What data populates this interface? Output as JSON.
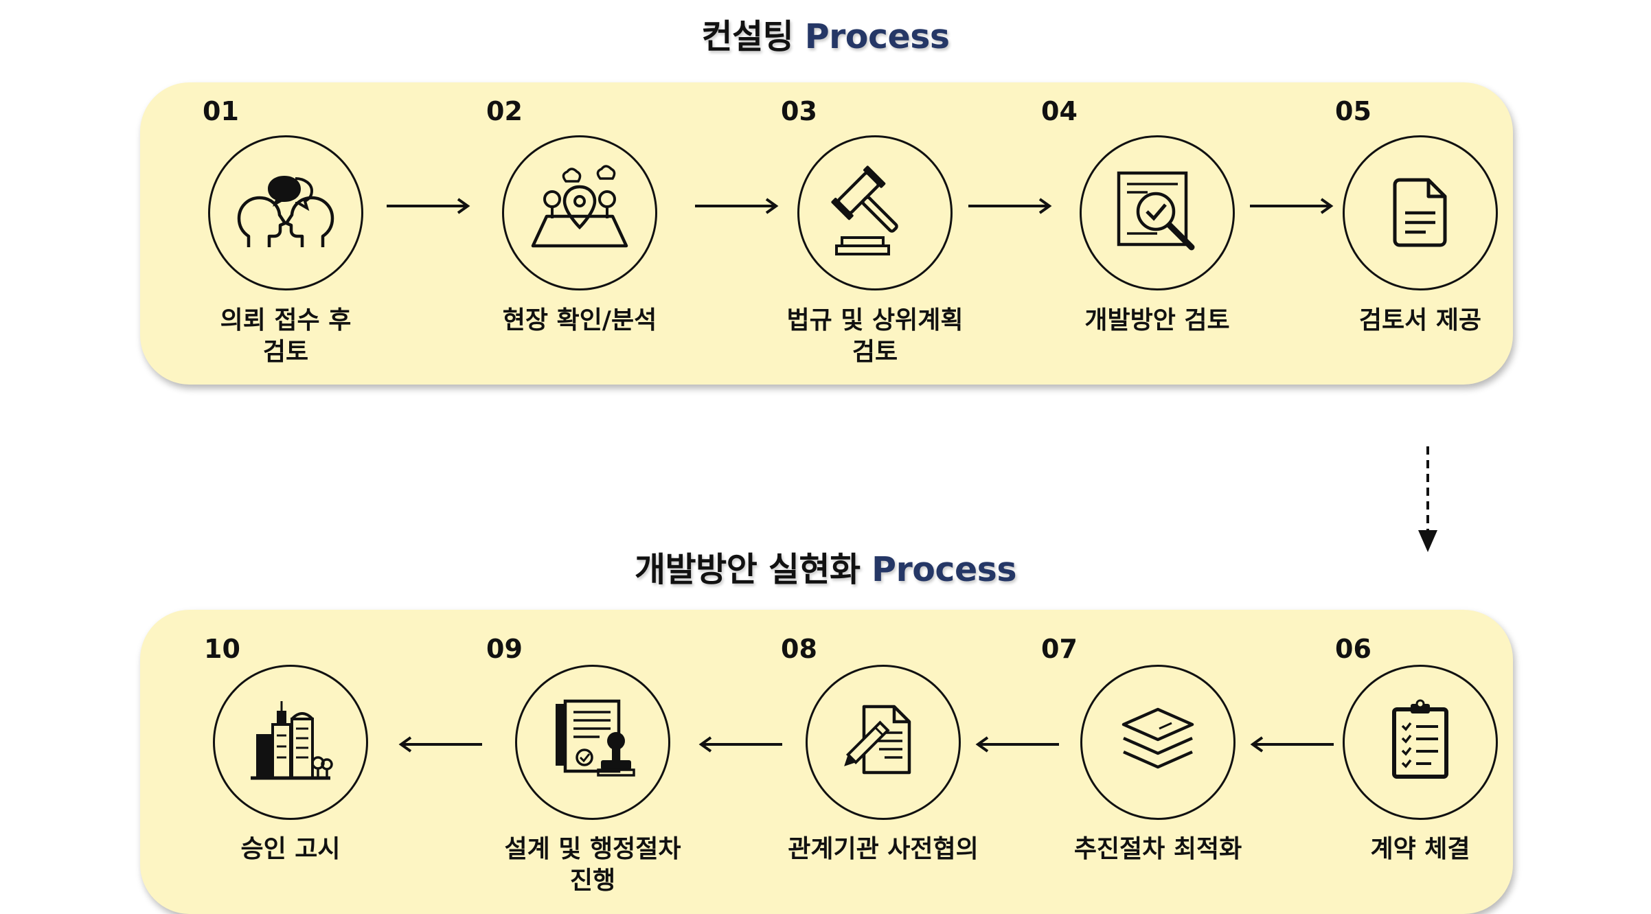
{
  "consulting": {
    "title_ko": "컨설팅",
    "title_en": "Process",
    "steps": [
      {
        "num": "01",
        "label": "의뢰 접수 후\n검토",
        "icon": "consultation-heads-icon"
      },
      {
        "num": "02",
        "label": "현장 확인/분석",
        "icon": "site-map-pin-icon"
      },
      {
        "num": "03",
        "label": "법규 및 상위계획\n검토",
        "icon": "gavel-icon"
      },
      {
        "num": "04",
        "label": "개발방안 검토",
        "icon": "document-magnifier-check-icon"
      },
      {
        "num": "05",
        "label": "검토서 제공",
        "icon": "document-icon"
      }
    ]
  },
  "realization": {
    "title_ko": "개발방안 실현화",
    "title_en": "Process",
    "steps": [
      {
        "num": "06",
        "label": "계약 체결",
        "icon": "clipboard-checklist-icon"
      },
      {
        "num": "07",
        "label": "추진절차 최적화",
        "icon": "layers-stack-icon"
      },
      {
        "num": "08",
        "label": "관계기관 사전협의",
        "icon": "document-pencil-icon"
      },
      {
        "num": "09",
        "label": "설계 및 행정절차\n진행",
        "icon": "document-stamp-icon"
      },
      {
        "num": "10",
        "label": "승인 고시",
        "icon": "city-buildings-icon"
      }
    ]
  },
  "colors": {
    "panel": "#fdf5c3",
    "accent": "#253766",
    "ink": "#111111"
  }
}
